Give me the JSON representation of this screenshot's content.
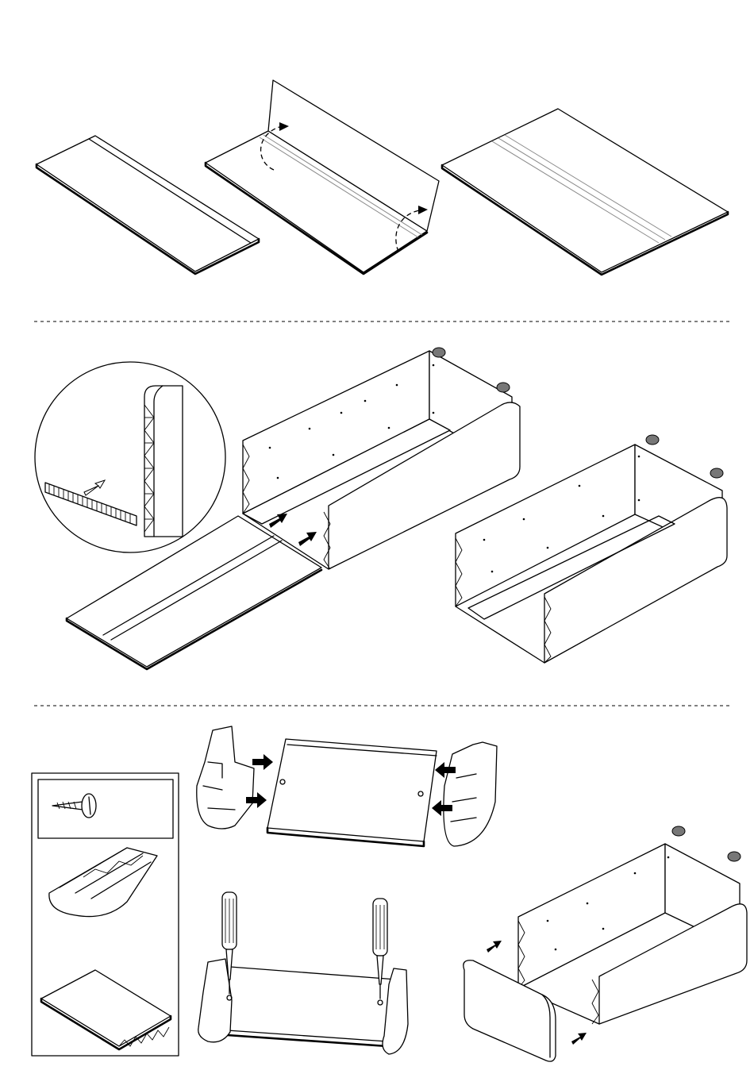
{
  "figure": {
    "kind": "assembly-instructions",
    "sections": [
      "fold-panel",
      "insert-slats",
      "attach-end-caps"
    ],
    "icons": [
      "fold-arrow-icon",
      "push-arrow-icon",
      "screw-icon",
      "screwdriver-icon",
      "magnifier-detail-icon"
    ],
    "colors": {
      "line": "#000000",
      "knob": "#777777",
      "crease": "#8a8a8a",
      "paper": "#ffffff"
    }
  }
}
